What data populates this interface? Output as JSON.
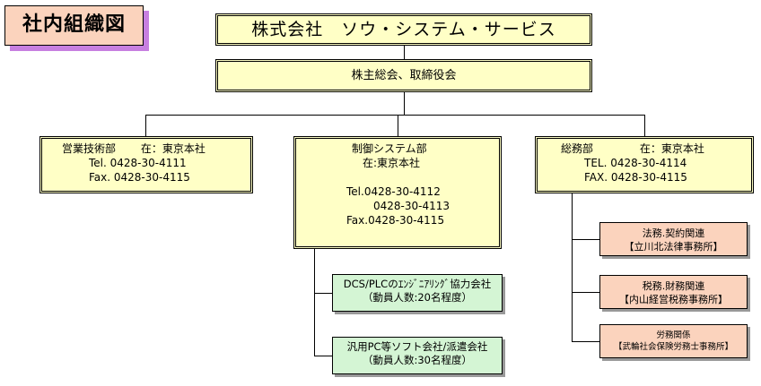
{
  "title": "社内組織図",
  "company": "株式会社　ソウ・システム・サービス",
  "board": "株主総会、取締役会",
  "departments": {
    "sales": {
      "line1": "営業技術部　　 在：東京本社",
      "line2": "Tel. 0428-30-4111",
      "line3": "Fax. 0428-30-4115"
    },
    "control": {
      "line1": "制御システム部",
      "line2": "在:東京本社",
      "line3": "Tel.0428-30-4112",
      "line4": "0428-30-4113",
      "line5": "Fax.0428-30-4115"
    },
    "admin": {
      "line1": "総務部　　　　 在：東京本社",
      "line2": "TEL. 0428-30-4114",
      "line3": "FAX. 0428-30-4115"
    }
  },
  "partners": [
    {
      "line1": "DCS/PLCのｴﾝｼﾞﾆｱﾘﾝｸﾞ協力会社",
      "line2": "（動員人数:20名程度）"
    },
    {
      "line1": "汎用PC等ソフト会社/派遣会社",
      "line2": "（動員人数:30名程度）"
    }
  ],
  "offices": [
    {
      "line1": "法務.契約関連",
      "line2": "【立川北法律事務所】"
    },
    {
      "line1": "税務.財務関連",
      "line2": "【内山経営税務事務所】"
    },
    {
      "line1": "労務関係",
      "line2": "【武輪社会保険労務士事務所】"
    }
  ],
  "colors": {
    "title_bg": "#fbd3bd",
    "title_shadow": "#c77fe0",
    "box_yellow": "#ffffc6",
    "box_green": "#d4f5d4",
    "box_orange": "#fbd3bd"
  }
}
